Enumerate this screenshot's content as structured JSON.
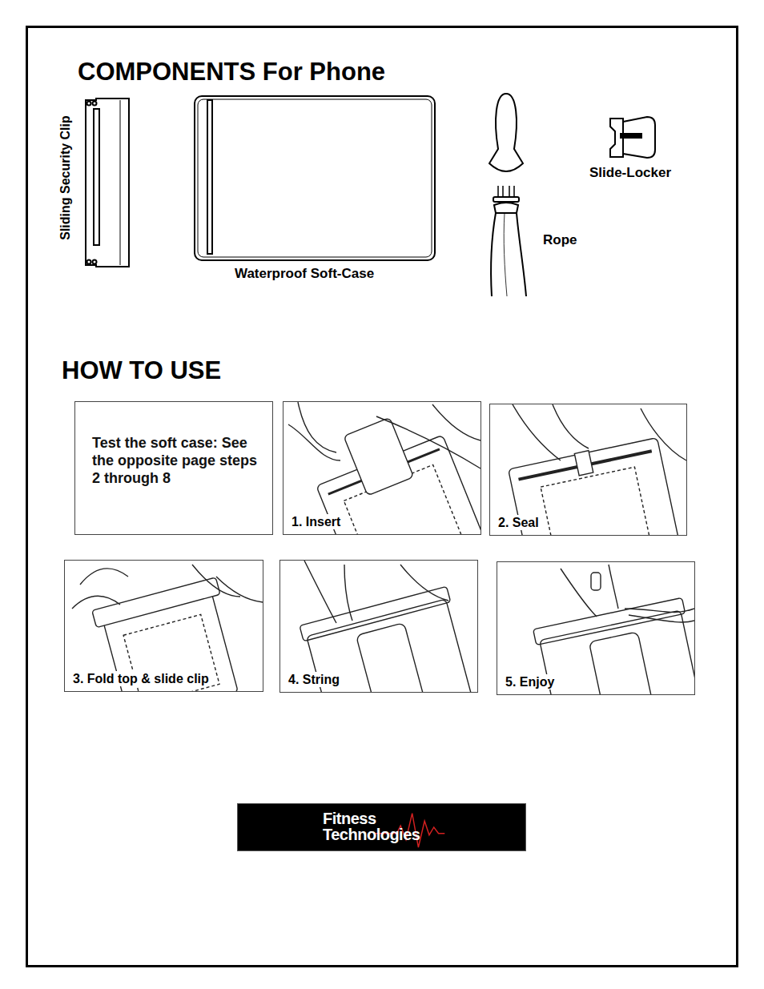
{
  "diagram": {
    "title": "COMPONENTS For Phone",
    "nodes": [
      {
        "text": [
          "Test the soft case: See the opposite page steps 2 through 8"
        ]
      },
      {
        "text": [
          "1. Insert"
        ]
      },
      {
        "text": [
          "2. Seal"
        ]
      },
      {
        "text": [
          "3. Fold top & slide clip"
        ]
      },
      {
        "text": [
          "4. String"
        ]
      },
      {
        "text": [
          "5. Enjoy"
        ]
      },
      {
        "text": [
          "Fitness Technologies"
        ]
      }
    ],
    "labels": [
      "Sliding Security Clip",
      "Waterproof Soft-Case",
      "Rope",
      "Slide-Locker",
      "HOW TO USE"
    ]
  }
}
